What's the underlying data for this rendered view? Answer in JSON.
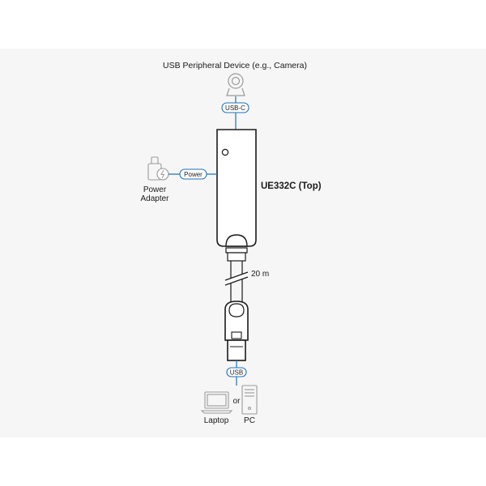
{
  "peripheral_label": "USB Peripheral Device (e.g., Camera)",
  "usbc_label": "USB-C",
  "power_label": "Power",
  "adapter_label_line1": "Power",
  "adapter_label_line2": "Adapter",
  "device_label": "UE332C (Top)",
  "cable_length": "20 m",
  "usb_label": "USB",
  "or_label": "or",
  "laptop_label": "Laptop",
  "pc_label": "PC",
  "colors": {
    "accent": "#1e73b8",
    "outline": "#1a1a1a",
    "icon_gray": "#9a9a9a",
    "band": "#f6f6f6"
  },
  "icons": [
    "camera-icon",
    "power-adapter-icon",
    "laptop-icon",
    "pc-tower-icon"
  ]
}
